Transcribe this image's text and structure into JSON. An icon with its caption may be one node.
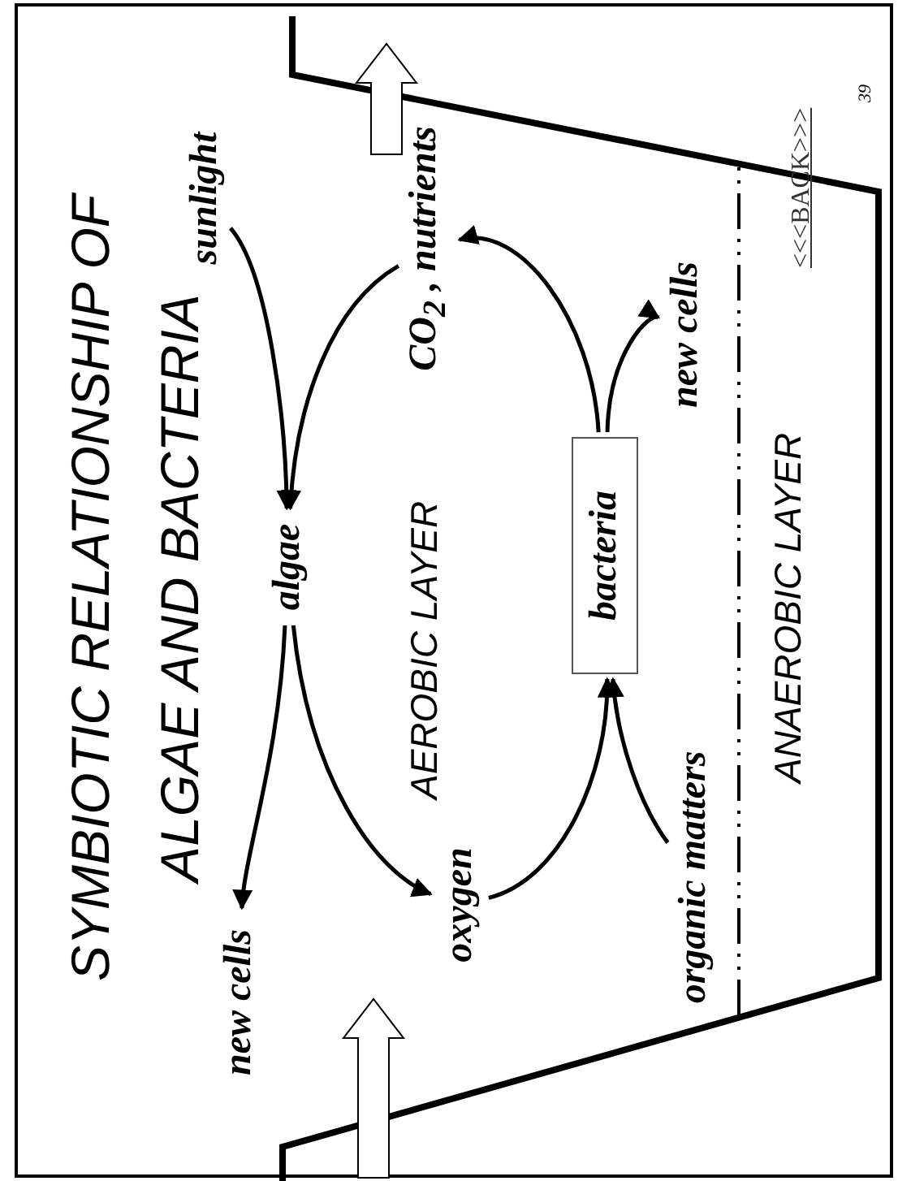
{
  "diagram": {
    "title": "SYMBIOTIC RELATIONSHIP OF ALGAE AND BACTERIA",
    "nodes": [
      {
        "text": [
          "sunlight"
        ]
      },
      {
        "text": [
          "CO$_{2}$ , nutrients"
        ]
      },
      {
        "text": [
          "algae"
        ]
      },
      {
        "text": [
          "new cells"
        ]
      },
      {
        "text": [
          "oxygen"
        ]
      },
      {
        "text": [
          "bacteria"
        ]
      },
      {
        "text": [
          "organic matters"
        ]
      },
      {
        "text": [
          "new cells"
        ]
      }
    ],
    "edges": [
      {
        "from": 0,
        "to": 2,
        "arrow": "to"
      },
      {
        "from": 1,
        "to": 2,
        "arrow": "to"
      },
      {
        "from": 2,
        "to": 3,
        "arrow": "to"
      },
      {
        "from": 2,
        "to": 4,
        "arrow": "to"
      },
      {
        "from": 4,
        "to": 5,
        "arrow": "to"
      },
      {
        "from": 6,
        "to": 5,
        "arrow": "to"
      },
      {
        "from": 5,
        "to": 1,
        "arrow": "to"
      },
      {
        "from": 5,
        "to": 7,
        "arrow": "to"
      }
    ],
    "labels": [
      "AEROBIC LAYER",
      "ANAEROBIC LAYER",
      "<<<BACK>>>",
      "39"
    ]
  }
}
